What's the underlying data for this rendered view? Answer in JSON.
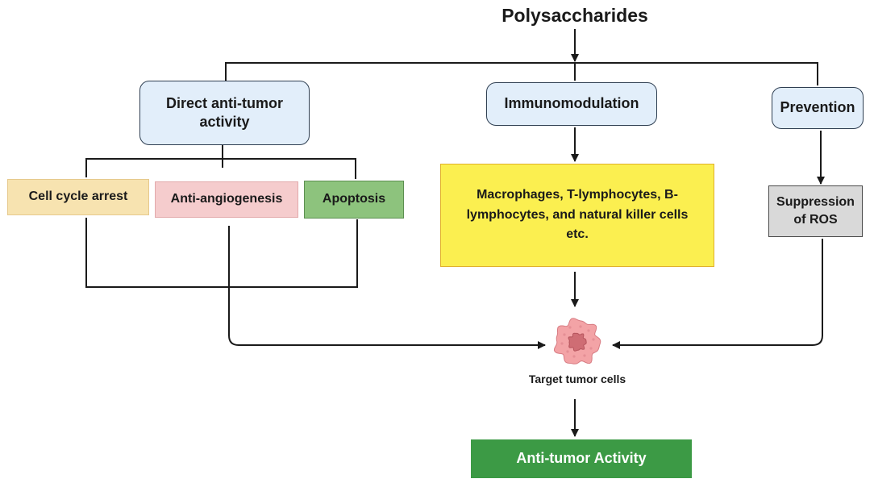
{
  "title": "Polysaccharides",
  "branches": {
    "direct": "Direct anti-tumor activity",
    "immunomodulation": "Immunomodulation",
    "prevention": "Prevention"
  },
  "direct_effects": {
    "cell_cycle": "Cell cycle arrest",
    "angiogenesis": "Anti-angiogenesis",
    "apoptosis": "Apoptosis"
  },
  "immune_cells": "Macrophages, T-lymphocytes, B-lymphocytes, and natural killer cells etc.",
  "prevention_effect": "Suppression of ROS",
  "target": "Target tumor cells",
  "outcome": "Anti-tumor Activity",
  "colors": {
    "line": "#1a1a1a",
    "node_fill": "#e2eefa",
    "node_border": "#2f3f52",
    "cell_cycle_fill": "#f7e3b0",
    "angiogenesis_fill": "#f5cccd",
    "apoptosis_fill": "#8dc37d",
    "immune_fill": "#fbef50",
    "immune_border": "#e0b02a",
    "ros_fill": "#d9d9d9",
    "tumor_outer": "#f3a3a6",
    "tumor_nucleus": "#cf6d74",
    "outcome_fill": "#3c9a45"
  },
  "icons": {
    "tumor_cell": "tumor-cell-icon"
  }
}
